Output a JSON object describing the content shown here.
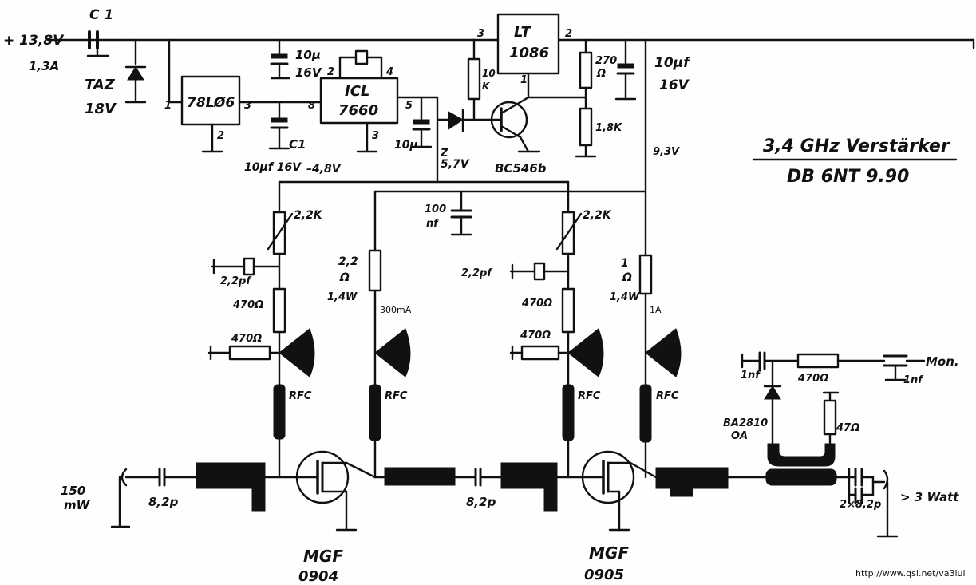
{
  "title": {
    "name": "3,4 GHz Verstärker",
    "author": "DB 6NT  9.90"
  },
  "watermark": "http://www.qsl.net/va3iul",
  "labels": {
    "supply": "+ 13,8V",
    "current": "1,3A",
    "c1": "C 1",
    "taz": "TAZ",
    "taz_volt": "18V",
    "pin1_78l": "1",
    "reg_78l06": "78LØ6",
    "pin3_78l": "3",
    "pin2_78l": "2",
    "cap_10u_a": "10µ",
    "cap_16v_a": "16V",
    "c1_b": "C1",
    "cap_10uf_16v": "10µf 16V",
    "neg_volt": "–4,8V",
    "icl_pin2": "2",
    "icl_pin4": "4",
    "icl_top": "ICL",
    "icl_bottom": "7660",
    "icl_pin8": "8",
    "icl_pin5": "5",
    "icl_pin3": "3",
    "cap_10u_b": "10µ",
    "zener_z": "Z",
    "zener_volt": "5,7V",
    "lt_pin3": "3",
    "lt_pin2": "2",
    "lt_pin1": "1",
    "lt_top": "LT",
    "lt_bottom": "1086",
    "res_10k": "10",
    "res_10k_unit": "K",
    "res_270": "270",
    "res_270_unit": "Ω",
    "res_1k8": "1,8K",
    "bc546b": "BC546b",
    "cap_10uf": "10µf",
    "cap_16v_b": "16V",
    "volt_9v3": "9,3V",
    "cap_100": "100",
    "cap_nf": "nf",
    "pot_2k2_a": "2,2K",
    "cap_22pf_a": "2,2pf",
    "res_470_a": "470Ω",
    "res_470_b": "470Ω",
    "rfc": "RFC",
    "res_22_value": "2,2",
    "res_22_unit": "Ω",
    "res_power_a": "1,4W",
    "current_300ma": "300mA",
    "pot_2k2_b": "2,2K",
    "cap_22pf_b": "2,2pf",
    "res_470_c": "470Ω",
    "res_470_d": "470Ω",
    "res_1_value": "1",
    "res_1_unit": "Ω",
    "res_power_b": "1,4W",
    "current_1a": "1A",
    "input_power": "150",
    "input_unit": "mW",
    "cap_8p2_a": "8,2p",
    "cap_8p2_b": "8,2p",
    "mgf_a": "MGF",
    "fet_0904": "0904",
    "mgf_b": "MGF",
    "fet_0905": "0905",
    "cap_1nf_a": "1nf",
    "res_470_e": "470Ω",
    "cap_1nf_b": "1nf",
    "monitor": "Mon.",
    "diode": "BA2810",
    "diode_alt": "OA",
    "res_47": "47Ω",
    "cap_2x8p2": "2×8,2p",
    "output": "> 3 Watt"
  }
}
